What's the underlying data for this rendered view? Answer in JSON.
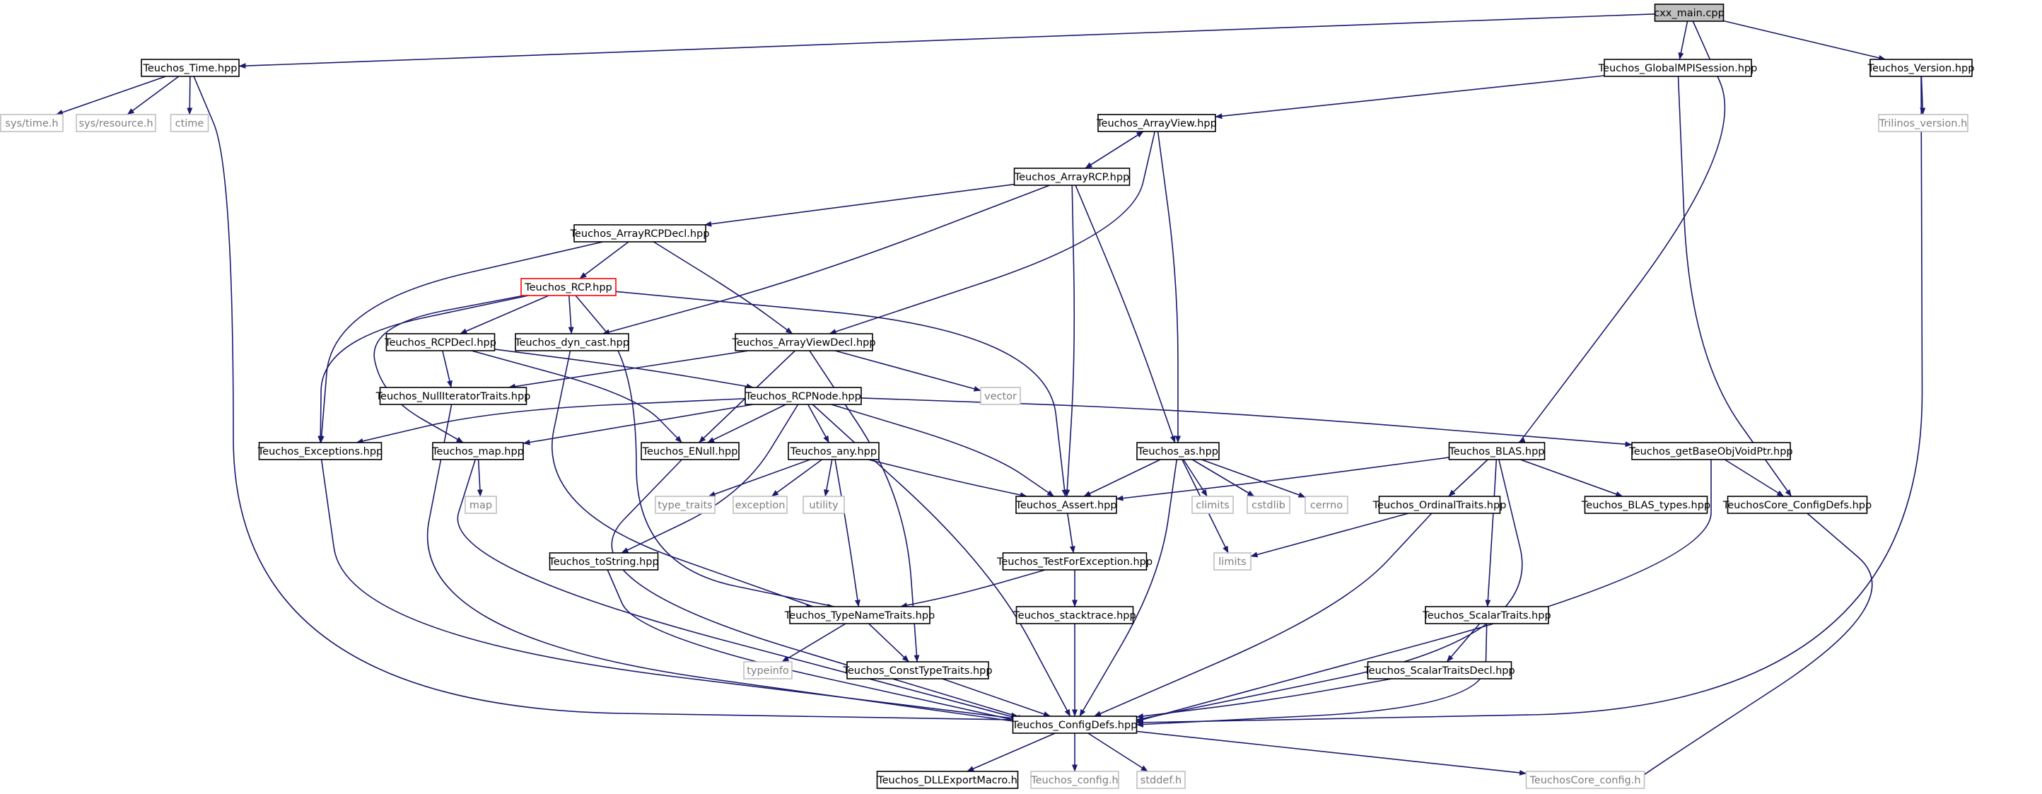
{
  "diagram": {
    "colors": {
      "edge": "#191970",
      "node_border": "#000000",
      "external_border": "#bfbfbf",
      "external_text": "#7f7f7f",
      "root_fill": "#bfbfbf",
      "highlight_border": "#ff0000"
    },
    "nodes": [
      {
        "id": "cxx_main",
        "label": "cxx_main.cpp",
        "kind": "root"
      },
      {
        "id": "time",
        "label": "Teuchos_Time.hpp",
        "kind": "header"
      },
      {
        "id": "gmpi",
        "label": "Teuchos_GlobalMPISession.hpp",
        "kind": "header"
      },
      {
        "id": "version",
        "label": "Teuchos_Version.hpp",
        "kind": "header"
      },
      {
        "id": "systime",
        "label": "sys/time.h",
        "kind": "external"
      },
      {
        "id": "sysres",
        "label": "sys/resource.h",
        "kind": "external"
      },
      {
        "id": "ctime",
        "label": "ctime",
        "kind": "external"
      },
      {
        "id": "trilinos",
        "label": "Trilinos_version.h",
        "kind": "external"
      },
      {
        "id": "arrayview",
        "label": "Teuchos_ArrayView.hpp",
        "kind": "header"
      },
      {
        "id": "arrayrcp",
        "label": "Teuchos_ArrayRCP.hpp",
        "kind": "header"
      },
      {
        "id": "arrayrcpdecl",
        "label": "Teuchos_ArrayRCPDecl.hpp",
        "kind": "header"
      },
      {
        "id": "rcp",
        "label": "Teuchos_RCP.hpp",
        "kind": "highlight"
      },
      {
        "id": "rcpdecl",
        "label": "Teuchos_RCPDecl.hpp",
        "kind": "header"
      },
      {
        "id": "dyncast",
        "label": "Teuchos_dyn_cast.hpp",
        "kind": "header"
      },
      {
        "id": "arrayviewdecl",
        "label": "Teuchos_ArrayViewDecl.hpp",
        "kind": "header"
      },
      {
        "id": "vector",
        "label": "vector",
        "kind": "external"
      },
      {
        "id": "nullit",
        "label": "Teuchos_NullIteratorTraits.hpp",
        "kind": "header"
      },
      {
        "id": "rcpnode",
        "label": "Teuchos_RCPNode.hpp",
        "kind": "header"
      },
      {
        "id": "exceptions",
        "label": "Teuchos_Exceptions.hpp",
        "kind": "header"
      },
      {
        "id": "map_hpp",
        "label": "Teuchos_map.hpp",
        "kind": "header"
      },
      {
        "id": "enull",
        "label": "Teuchos_ENull.hpp",
        "kind": "header"
      },
      {
        "id": "any",
        "label": "Teuchos_any.hpp",
        "kind": "header"
      },
      {
        "id": "as",
        "label": "Teuchos_as.hpp",
        "kind": "header"
      },
      {
        "id": "blas",
        "label": "Teuchos_BLAS.hpp",
        "kind": "header"
      },
      {
        "id": "getbase",
        "label": "Teuchos_getBaseObjVoidPtr.hpp",
        "kind": "header"
      },
      {
        "id": "map",
        "label": "map",
        "kind": "external"
      },
      {
        "id": "typetraits",
        "label": "type_traits",
        "kind": "external"
      },
      {
        "id": "exception",
        "label": "exception",
        "kind": "external"
      },
      {
        "id": "utility",
        "label": "utility",
        "kind": "external"
      },
      {
        "id": "assert",
        "label": "Teuchos_Assert.hpp",
        "kind": "header"
      },
      {
        "id": "climits",
        "label": "climits",
        "kind": "external"
      },
      {
        "id": "cstdlib",
        "label": "cstdlib",
        "kind": "external"
      },
      {
        "id": "cerrno",
        "label": "cerrno",
        "kind": "external"
      },
      {
        "id": "ordinal",
        "label": "Teuchos_OrdinalTraits.hpp",
        "kind": "header"
      },
      {
        "id": "blastypes",
        "label": "Teuchos_BLAS_types.hpp",
        "kind": "header"
      },
      {
        "id": "coreconfigdefs",
        "label": "TeuchosCore_ConfigDefs.hpp",
        "kind": "header"
      },
      {
        "id": "tostring",
        "label": "Teuchos_toString.hpp",
        "kind": "header"
      },
      {
        "id": "testforexc",
        "label": "Teuchos_TestForException.hpp",
        "kind": "header"
      },
      {
        "id": "limits",
        "label": "limits",
        "kind": "external"
      },
      {
        "id": "typename",
        "label": "Teuchos_TypeNameTraits.hpp",
        "kind": "header"
      },
      {
        "id": "stacktrace",
        "label": "Teuchos_stacktrace.hpp",
        "kind": "header"
      },
      {
        "id": "scalar",
        "label": "Teuchos_ScalarTraits.hpp",
        "kind": "header"
      },
      {
        "id": "typeinfo",
        "label": "typeinfo",
        "kind": "external"
      },
      {
        "id": "consttype",
        "label": "Teuchos_ConstTypeTraits.hpp",
        "kind": "header"
      },
      {
        "id": "scalardecl",
        "label": "Teuchos_ScalarTraitsDecl.hpp",
        "kind": "header"
      },
      {
        "id": "configdefs",
        "label": "Teuchos_ConfigDefs.hpp",
        "kind": "header"
      },
      {
        "id": "dllexport",
        "label": "Teuchos_DLLExportMacro.h",
        "kind": "header"
      },
      {
        "id": "config_h",
        "label": "Teuchos_config.h",
        "kind": "external"
      },
      {
        "id": "stddef",
        "label": "stddef.h",
        "kind": "external"
      },
      {
        "id": "coreconfig_h",
        "label": "TeuchosCore_config.h",
        "kind": "external"
      }
    ],
    "edges": [
      [
        "cxx_main",
        "time"
      ],
      [
        "cxx_main",
        "gmpi"
      ],
      [
        "cxx_main",
        "version"
      ],
      [
        "cxx_main",
        "blas"
      ],
      [
        "time",
        "systime"
      ],
      [
        "time",
        "sysres"
      ],
      [
        "time",
        "ctime"
      ],
      [
        "time",
        "configdefs"
      ],
      [
        "gmpi",
        "arrayview"
      ],
      [
        "gmpi",
        "coreconfigdefs"
      ],
      [
        "version",
        "trilinos"
      ],
      [
        "version",
        "configdefs"
      ],
      [
        "arrayview",
        "arrayrcp"
      ],
      [
        "arrayview",
        "arrayviewdecl"
      ],
      [
        "arrayview",
        "as"
      ],
      [
        "arrayrcp",
        "arrayview"
      ],
      [
        "arrayrcp",
        "arrayrcpdecl"
      ],
      [
        "arrayrcp",
        "dyncast"
      ],
      [
        "arrayrcp",
        "assert"
      ],
      [
        "arrayrcp",
        "as"
      ],
      [
        "arrayrcpdecl",
        "rcp"
      ],
      [
        "arrayrcpdecl",
        "arrayviewdecl"
      ],
      [
        "arrayrcpdecl",
        "exceptions"
      ],
      [
        "rcp",
        "rcpdecl"
      ],
      [
        "rcp",
        "dyncast"
      ],
      [
        "rcp",
        "exceptions"
      ],
      [
        "rcp",
        "map_hpp"
      ],
      [
        "rcp",
        "typename"
      ],
      [
        "rcp",
        "assert"
      ],
      [
        "rcpdecl",
        "nullit"
      ],
      [
        "rcpdecl",
        "rcpnode"
      ],
      [
        "rcpdecl",
        "enull"
      ],
      [
        "dyncast",
        "typename"
      ],
      [
        "arrayviewdecl",
        "vector"
      ],
      [
        "arrayviewdecl",
        "nullit"
      ],
      [
        "arrayviewdecl",
        "enull"
      ],
      [
        "arrayviewdecl",
        "consttype"
      ],
      [
        "nullit",
        "configdefs"
      ],
      [
        "rcpnode",
        "exceptions"
      ],
      [
        "rcpnode",
        "map_hpp"
      ],
      [
        "rcpnode",
        "enull"
      ],
      [
        "rcpnode",
        "any"
      ],
      [
        "rcpnode",
        "tostring"
      ],
      [
        "rcpnode",
        "assert"
      ],
      [
        "rcpnode",
        "getbase"
      ],
      [
        "rcpnode",
        "configdefs"
      ],
      [
        "exceptions",
        "configdefs"
      ],
      [
        "map_hpp",
        "map"
      ],
      [
        "map_hpp",
        "configdefs"
      ],
      [
        "enull",
        "configdefs"
      ],
      [
        "any",
        "typetraits"
      ],
      [
        "any",
        "exception"
      ],
      [
        "any",
        "utility"
      ],
      [
        "any",
        "typename"
      ],
      [
        "any",
        "assert"
      ],
      [
        "as",
        "assert"
      ],
      [
        "as",
        "climits"
      ],
      [
        "as",
        "cstdlib"
      ],
      [
        "as",
        "cerrno"
      ],
      [
        "as",
        "limits"
      ],
      [
        "as",
        "configdefs"
      ],
      [
        "blas",
        "assert"
      ],
      [
        "blas",
        "ordinal"
      ],
      [
        "blas",
        "blastypes"
      ],
      [
        "blas",
        "scalar"
      ],
      [
        "blas",
        "configdefs"
      ],
      [
        "getbase",
        "coreconfigdefs"
      ],
      [
        "getbase",
        "configdefs"
      ],
      [
        "assert",
        "testforexc"
      ],
      [
        "ordinal",
        "limits"
      ],
      [
        "ordinal",
        "configdefs"
      ],
      [
        "coreconfigdefs",
        "coreconfig_h"
      ],
      [
        "tostring",
        "configdefs"
      ],
      [
        "testforexc",
        "typename"
      ],
      [
        "testforexc",
        "stacktrace"
      ],
      [
        "typename",
        "typeinfo"
      ],
      [
        "typename",
        "consttype"
      ],
      [
        "stacktrace",
        "configdefs"
      ],
      [
        "scalar",
        "scalardecl"
      ],
      [
        "scalar",
        "configdefs"
      ],
      [
        "consttype",
        "configdefs"
      ],
      [
        "scalardecl",
        "configdefs"
      ],
      [
        "configdefs",
        "dllexport"
      ],
      [
        "configdefs",
        "config_h"
      ],
      [
        "configdefs",
        "stddef"
      ],
      [
        "configdefs",
        "coreconfig_h"
      ]
    ]
  }
}
